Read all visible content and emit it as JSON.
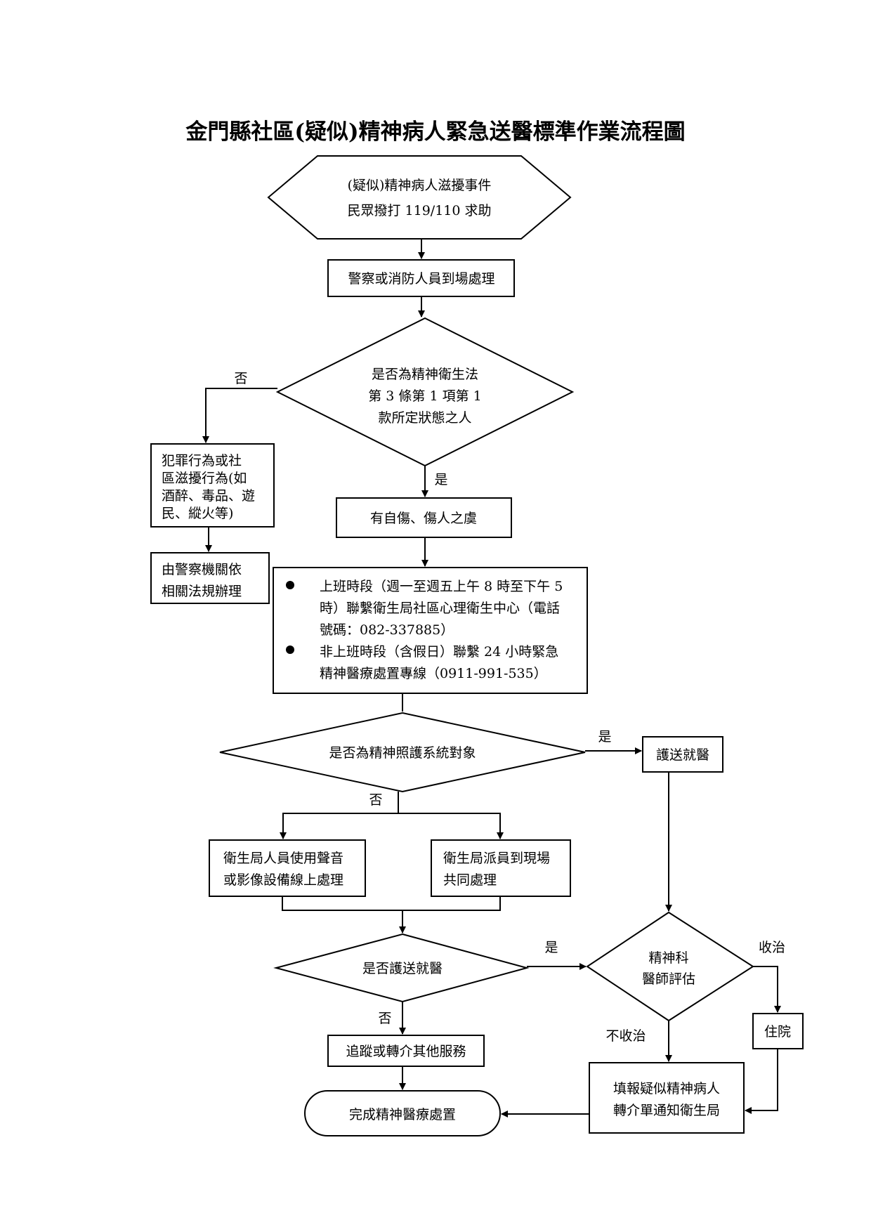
{
  "title": "金門縣社區(疑似)精神病人緊急送醫標準作業流程圖",
  "nodes": {
    "start": [
      "(疑似)精神病人滋擾事件",
      "民眾撥打 119/110 求助"
    ],
    "police": [
      "警察或消防人員到場處理"
    ],
    "decision_law": [
      "是否為精神衛生法",
      "第 3 條第 1 項第 1",
      "款所定狀態之人"
    ],
    "crime": [
      "犯罪行為或社",
      "區滋擾行為(如",
      "酒醉、毒品、遊",
      "民、縱火等)"
    ],
    "police_handle": [
      "由警察機關依",
      "相關法規辦理"
    ],
    "self_harm": [
      "有自傷、傷人之虞"
    ],
    "contact": {
      "bullet1": [
        "上班時段（週一至週五上午 8 時至下午 5",
        "時）聯繫衛生局社區心理衛生中心（電話",
        "號碼：082-337885）"
      ],
      "bullet2": [
        "非上班時段（含假日）聯繫 24 小時緊急",
        "精神醫療處置專線（0911-991-535）"
      ]
    },
    "decision_care": [
      "是否為精神照護系統對象"
    ],
    "escort": [
      "護送就醫"
    ],
    "online": [
      "衛生局人員使用聲音",
      "或影像設備線上處理"
    ],
    "onsite": [
      "衛生局派員到現場",
      "共同處理"
    ],
    "decision_escort": [
      "是否護送就醫"
    ],
    "psych_eval": [
      "精神科",
      "醫師評估"
    ],
    "hospitalize": [
      "住院"
    ],
    "follow": [
      "追蹤或轉介其他服務"
    ],
    "report": [
      "填報疑似精神病人",
      "轉介單通知衛生局"
    ],
    "end": [
      "完成精神醫療處置"
    ]
  },
  "edge_labels": {
    "law_no": "否",
    "law_yes": "是",
    "care_yes": "是",
    "care_no": "否",
    "escort_yes": "是",
    "escort_no": "否",
    "admit": "收治",
    "not_admit": "不收治"
  }
}
